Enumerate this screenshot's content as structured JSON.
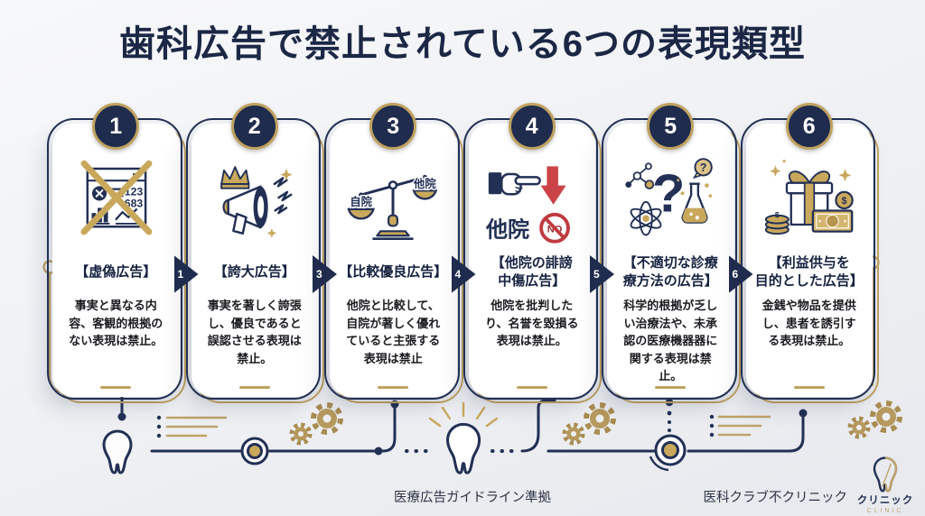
{
  "title": "歯科広告で禁止されている6つの表現類型",
  "colors": {
    "navy": "#1f2c4d",
    "gold": "#bfa260",
    "red": "#cb4347",
    "background": "#eef0f3"
  },
  "cards": [
    {
      "number": "1",
      "arrow_label": "1",
      "heading_lines": [
        "【虚偽広告】"
      ],
      "body": "事実と異なる内容、客観的根拠のない表現は禁止。",
      "icon": "crossed-out-ad-icon",
      "icon_text": {
        "num1": "123",
        "num2": "683"
      }
    },
    {
      "number": "2",
      "arrow_label": "3",
      "heading_lines": [
        "【誇大広告】"
      ],
      "body": "事実を著しく誇張し、優良であると誤認させる表現は禁止。",
      "icon": "megaphone-crown-icon"
    },
    {
      "number": "3",
      "arrow_label": "4",
      "heading_lines": [
        "【比較優良広告】"
      ],
      "body": "他院と比較して、自院が著しく優れていると主張する表現は禁止",
      "icon": "balance-scale-icon",
      "icon_text": {
        "left_pan": "自院",
        "right_pan": "他院"
      }
    },
    {
      "number": "4",
      "arrow_label": "5",
      "heading_lines": [
        "【他院の誹謗",
        "中傷広告】"
      ],
      "body": "他院を批判したり、名誉を毀損る表現は禁止。",
      "icon": "pointing-hand-no-icon",
      "icon_text": {
        "label": "他院",
        "no": "NO"
      }
    },
    {
      "number": "5",
      "arrow_label": "6",
      "heading_lines": [
        "【不適切な診療",
        "療方法の広告】"
      ],
      "body": "科学的根拠が乏しい治療法や、未承認の医療機器器に関する表現は禁止。",
      "icon": "question-flask-icon",
      "icon_text": {
        "question": "?",
        "bubble": "?"
      }
    },
    {
      "number": "6",
      "heading_lines": [
        "【利益供与を",
        "目的とした広告】"
      ],
      "body": "金銭や物品を提供し、患者を誘引する表現は禁止。",
      "icon": "gift-money-icon",
      "icon_text": {
        "dollar": "$"
      }
    }
  ],
  "decorations": {
    "tooth": "tooth-outline-icon",
    "shining_tooth": "shining-tooth-icon",
    "gears": "gear-icon",
    "nodes": "circuit-node",
    "speed_lines": "speed-lines"
  },
  "footer": {
    "guideline_note": "医療広告ガイドライン準拠",
    "clinic_name": "医科クラブ不クリニック",
    "logo_text": "クリニック",
    "logo_subtext": "CLINIC"
  }
}
